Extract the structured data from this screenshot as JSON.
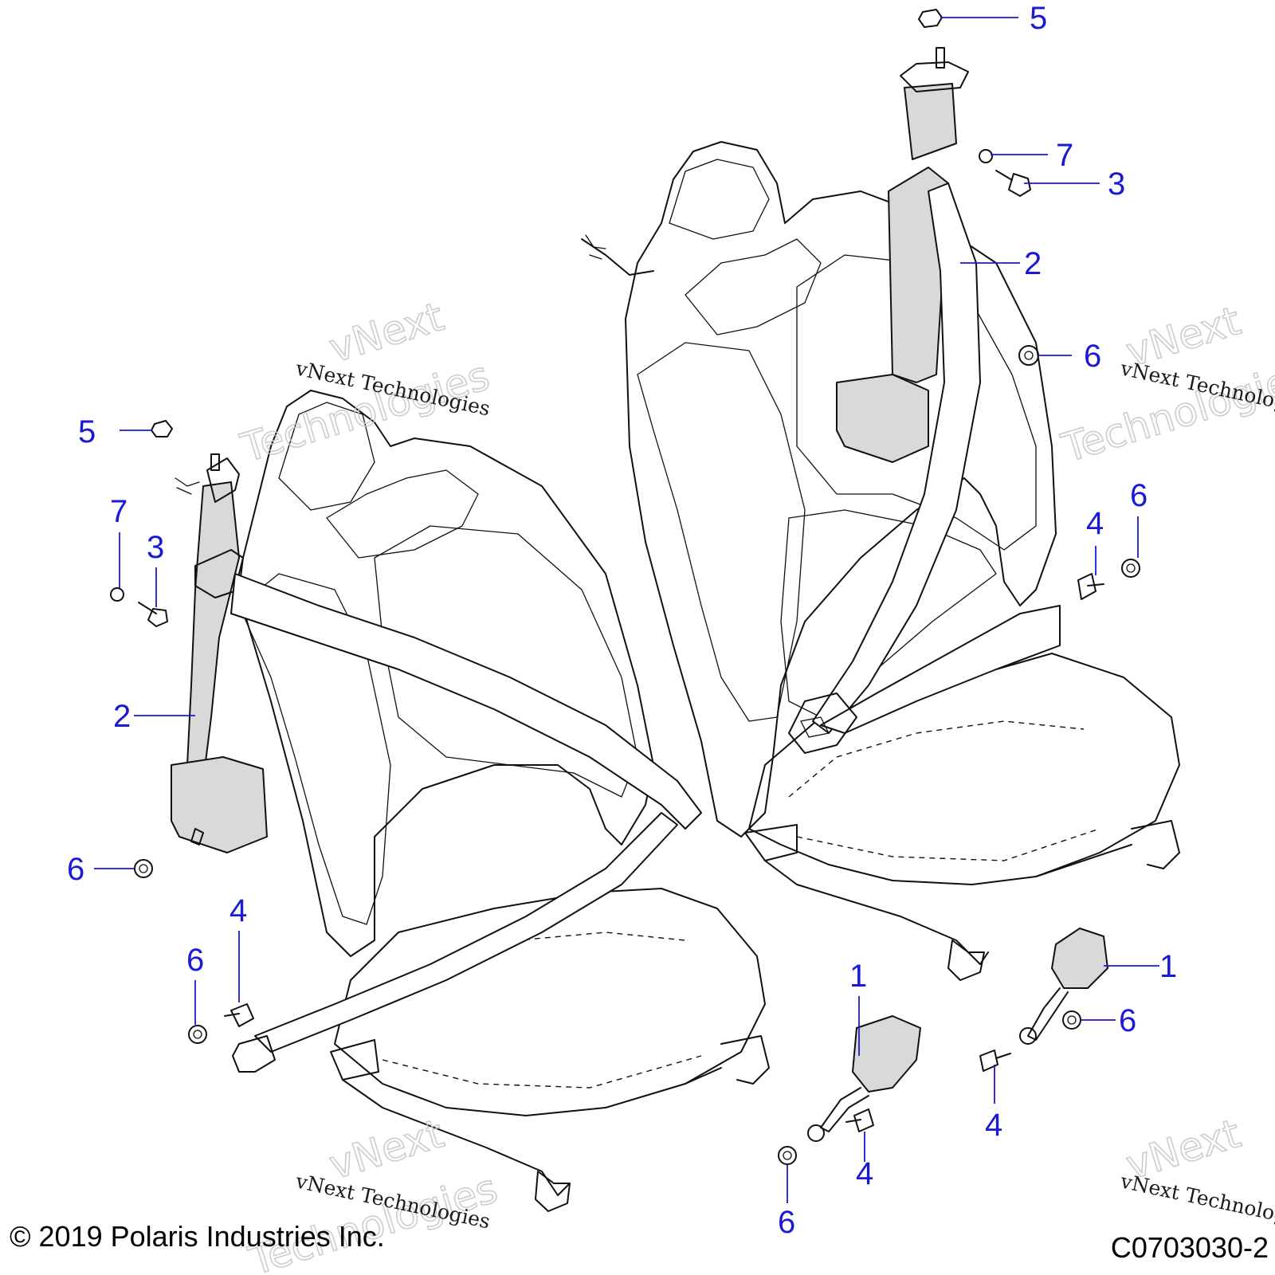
{
  "callouts": {
    "c1": "5",
    "c2": "7",
    "c3": "3",
    "c4": "2",
    "c5": "6",
    "c6": "6",
    "c7": "4",
    "c8": "5",
    "c9": "7",
    "c10": "3",
    "c11": "2",
    "c12": "6",
    "c13": "6",
    "c14": "4",
    "c15": "1",
    "c16": "4",
    "c17": "6",
    "c18": "1",
    "c19": "6",
    "c20": "4"
  },
  "watermark": {
    "line": "vNext Technologies",
    "big_top": "vNext",
    "big_bottom": "Technologies"
  },
  "footer": {
    "copyright": "© 2019 Polaris Industries Inc.",
    "code": "C0703030-2"
  },
  "colors": {
    "callout": "#1a1ad6",
    "line": "#111111",
    "belt_fill": "#d9d9d9"
  }
}
